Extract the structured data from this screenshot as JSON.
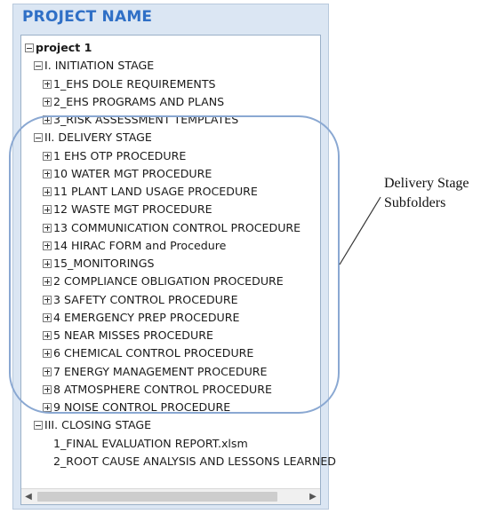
{
  "panel": {
    "title": "PROJECT NAME"
  },
  "tree": [
    {
      "label": "project 1",
      "toggle": "minus",
      "indent": 0,
      "bold": true
    },
    {
      "label": "I. INITIATION STAGE",
      "toggle": "minus",
      "indent": 1
    },
    {
      "label": "1_EHS DOLE REQUIREMENTS",
      "toggle": "plus",
      "indent": 2
    },
    {
      "label": "2_EHS PROGRAMS AND PLANS",
      "toggle": "plus",
      "indent": 2
    },
    {
      "label": "3_RISK ASSESSMENT TEMPLATES",
      "toggle": "plus",
      "indent": 2
    },
    {
      "label": "II. DELIVERY STAGE",
      "toggle": "minus",
      "indent": 1
    },
    {
      "label": "1 EHS OTP PROCEDURE",
      "toggle": "plus",
      "indent": 2
    },
    {
      "label": "10 WATER MGT PROCEDURE",
      "toggle": "plus",
      "indent": 2
    },
    {
      "label": "11 PLANT LAND USAGE PROCEDURE",
      "toggle": "plus",
      "indent": 2
    },
    {
      "label": "12 WASTE MGT PROCEDURE",
      "toggle": "plus",
      "indent": 2
    },
    {
      "label": "13 COMMUNICATION CONTROL PROCEDURE",
      "toggle": "plus",
      "indent": 2
    },
    {
      "label": "14 HIRAC FORM and Procedure",
      "toggle": "plus",
      "indent": 2
    },
    {
      "label": "15_MONITORINGS",
      "toggle": "plus",
      "indent": 2
    },
    {
      "label": "2 COMPLIANCE OBLIGATION PROCEDURE",
      "toggle": "plus",
      "indent": 2
    },
    {
      "label": "3 SAFETY CONTROL PROCEDURE",
      "toggle": "plus",
      "indent": 2
    },
    {
      "label": "4 EMERGENCY PREP PROCEDURE",
      "toggle": "plus",
      "indent": 2
    },
    {
      "label": "5 NEAR MISSES PROCEDURE",
      "toggle": "plus",
      "indent": 2
    },
    {
      "label": "6 CHEMICAL CONTROL PROCEDURE",
      "toggle": "plus",
      "indent": 2
    },
    {
      "label": "7 ENERGY MANAGEMENT PROCEDURE",
      "toggle": "plus",
      "indent": 2
    },
    {
      "label": "8 ATMOSPHERE CONTROL PROCEDURE",
      "toggle": "plus",
      "indent": 2
    },
    {
      "label": "9 NOISE CONTROL PROCEDURE",
      "toggle": "plus",
      "indent": 2
    },
    {
      "label": "III. CLOSING STAGE",
      "toggle": "minus",
      "indent": 1
    },
    {
      "label": "1_FINAL EVALUATION REPORT.xlsm",
      "toggle": "none",
      "indent": 2
    },
    {
      "label": "2_ROOT CAUSE ANALYSIS AND LESSONS LEARNED",
      "toggle": "none",
      "indent": 2
    }
  ],
  "scrollbar": {
    "left_icon": "scroll-left-arrow-icon",
    "right_icon": "scroll-right-arrow-icon"
  },
  "annotation": {
    "line1": "Delivery Stage",
    "line2": "Subfolders",
    "highlight_color": "#8aa8d2"
  },
  "colors": {
    "title": "#2f6fc6",
    "panel_bg": "#dbe6f3"
  }
}
